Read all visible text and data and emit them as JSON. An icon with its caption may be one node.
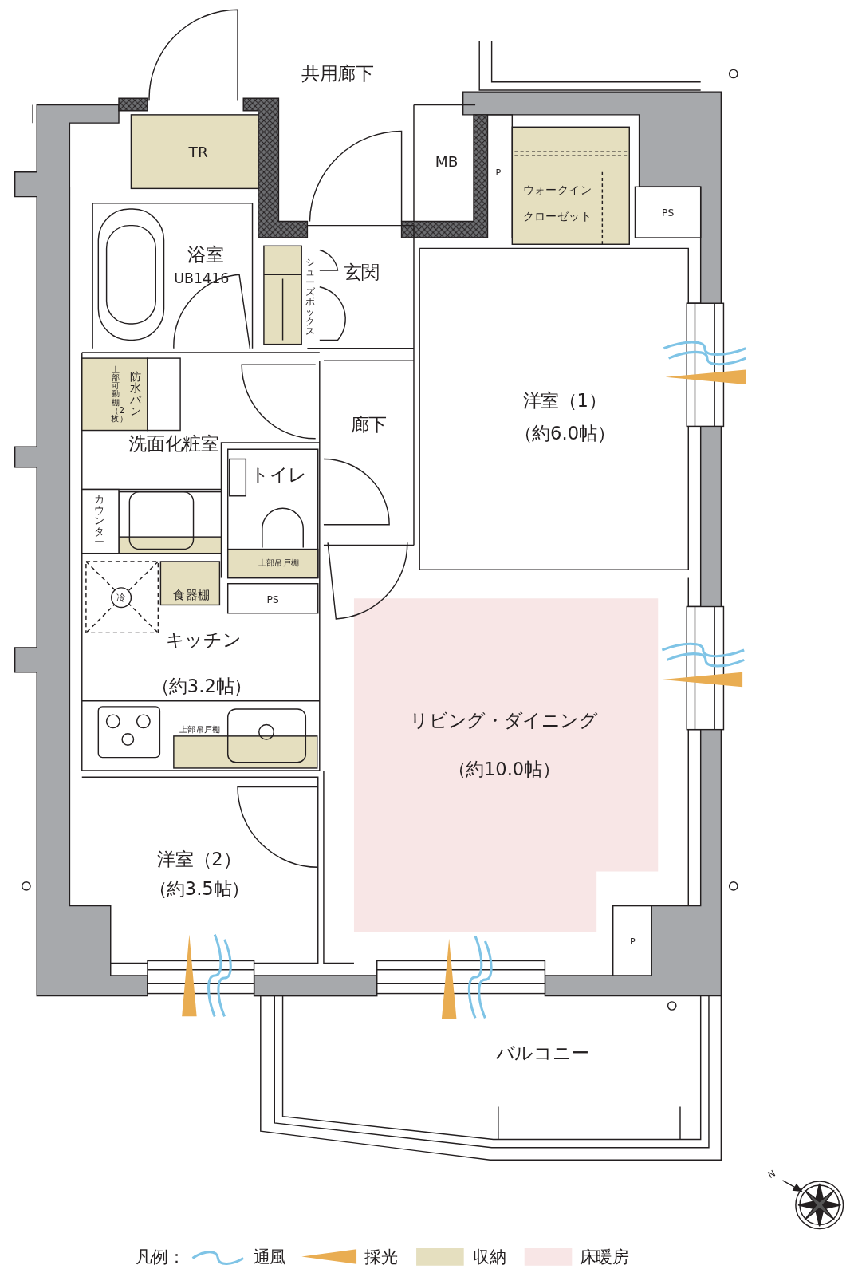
{
  "diagram": {
    "labels": [
      "共用廊下",
      "TR",
      "MB",
      "P",
      "ウォークインクローゼット",
      "PS",
      "浴室",
      "UB1416",
      "玄関",
      "シューズボックス",
      "上部可動棚（2枚）",
      "防水パン",
      "洗面化粧室",
      "廊下",
      "洋室（1）",
      "（約6.0帖）",
      "トイレ",
      "カウンター",
      "上部吊戸棚",
      "食器棚",
      "冷",
      "PS",
      "キッチン",
      "（約3.2帖）",
      "上部吊戸棚",
      "リビング・ダイニング",
      "（約10.0帖）",
      "洋室（2）",
      "（約3.5帖）",
      "P",
      "バルコニー",
      "N",
      "凡例："
    ],
    "legend": [
      {
        "text": "通風"
      },
      {
        "text": "採光"
      },
      {
        "text": "収納",
        "color": "#e5dfbf"
      },
      {
        "text": "床暖房",
        "color": "#f8e6e6"
      }
    ]
  }
}
